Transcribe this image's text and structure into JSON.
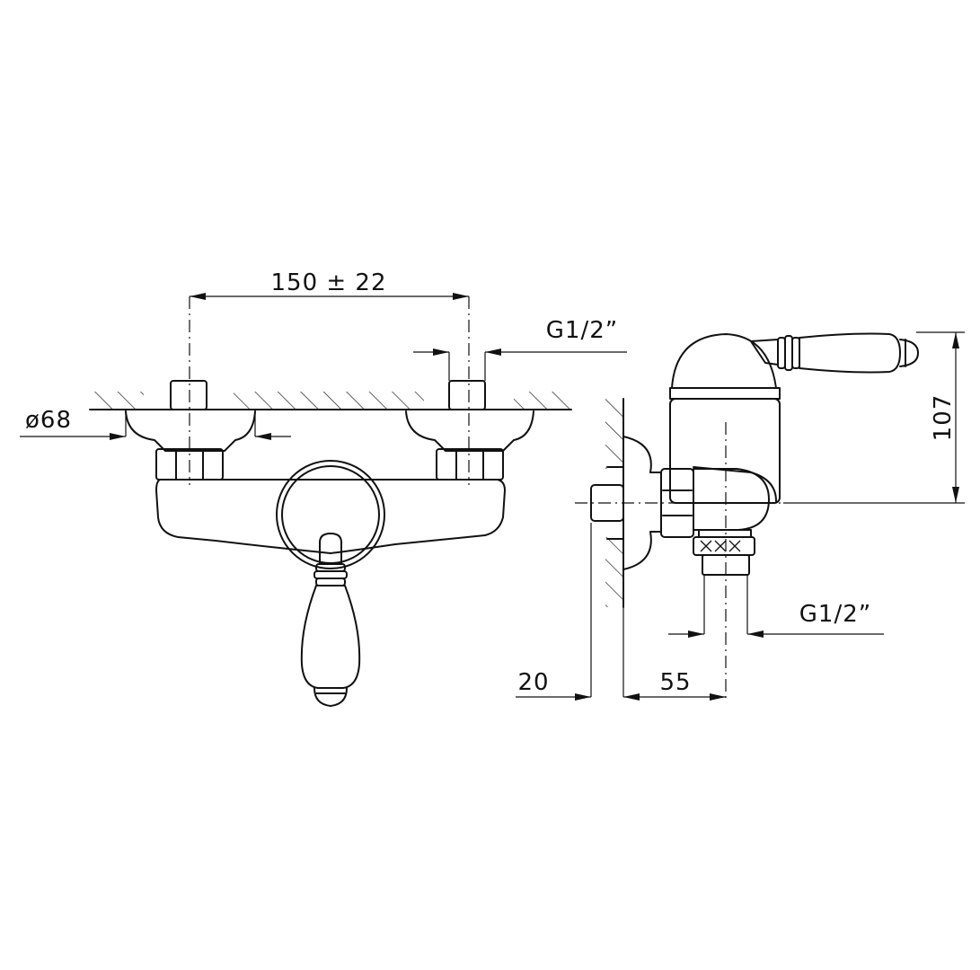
{
  "dimensions": {
    "centers_distance": "150 ± 22",
    "inlet_thread": "G1/2”",
    "rosette_diameter": "ø68",
    "height": "107",
    "wall_depth": "20",
    "projection": "55",
    "outlet_thread": "G1/2”"
  },
  "colors": {
    "line": "#111111",
    "background": "#ffffff"
  }
}
